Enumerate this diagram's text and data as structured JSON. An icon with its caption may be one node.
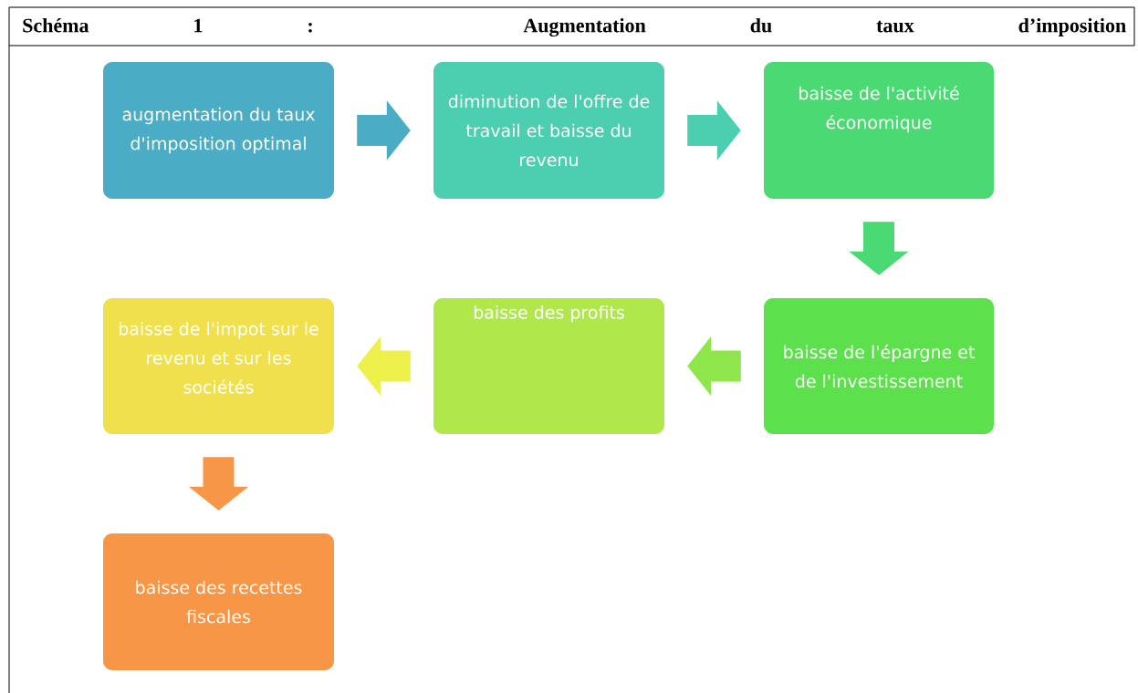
{
  "diagram": {
    "title": "Schéma 1 : Augmentation du taux d’imposition",
    "nodes": [
      {
        "text": [
          "augmentation du taux d'imposition optimal"
        ]
      },
      {
        "text": [
          "diminution de l'offre de travail et baisse du revenu"
        ]
      },
      {
        "text": [
          "baisse de l'activité économique"
        ]
      },
      {
        "text": [
          "baisse de l'épargne et de l'investissement"
        ]
      },
      {
        "text": [
          "baisse des profits"
        ]
      },
      {
        "text": [
          "baisse de l'impot sur le revenu et sur les sociétés"
        ]
      },
      {
        "text": [
          "baisse des recettes fiscales"
        ]
      }
    ],
    "edges": [
      {
        "from": 0,
        "to": 1,
        "arrow": "to",
        "color": "#4bacc6"
      },
      {
        "from": 1,
        "to": 2,
        "arrow": "to",
        "color": "#4bcfb0"
      },
      {
        "from": 2,
        "to": 3,
        "arrow": "to",
        "color": "#4bd973"
      },
      {
        "from": 3,
        "to": 4,
        "arrow": "to",
        "color": "#8fe64b"
      },
      {
        "from": 4,
        "to": 5,
        "arrow": "to",
        "color": "#eef04b"
      },
      {
        "from": 5,
        "to": 6,
        "arrow": "to",
        "color": "#f79646"
      }
    ]
  }
}
